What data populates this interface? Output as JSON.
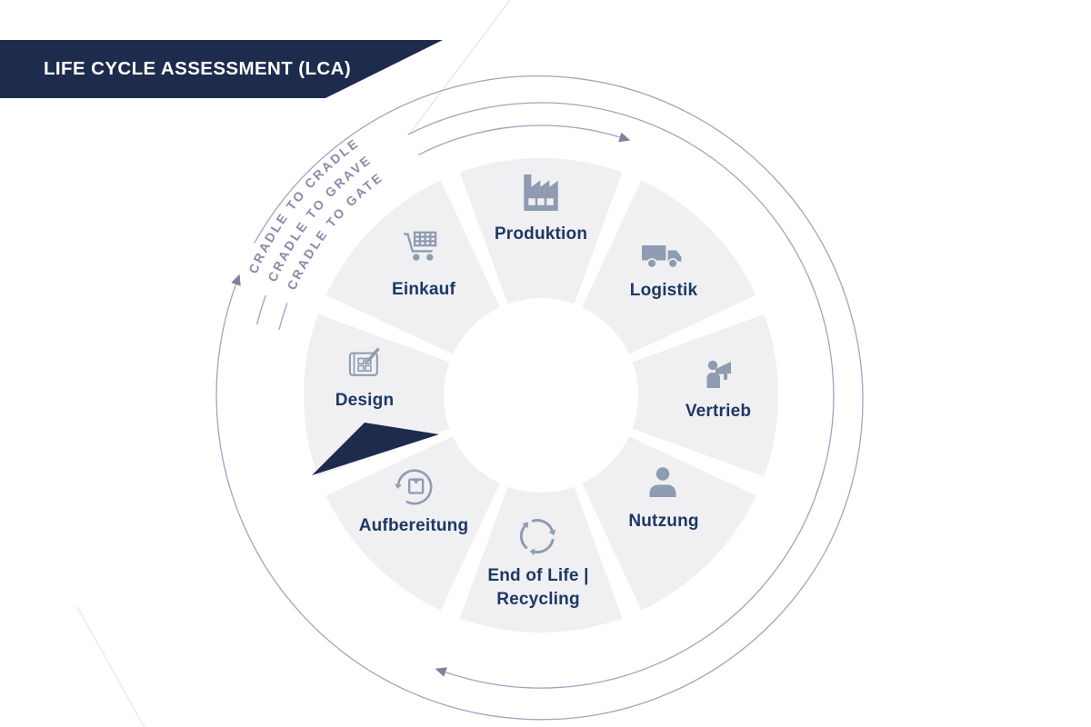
{
  "header": {
    "title": "LIFE CYCLE ASSESSMENT (LCA)"
  },
  "ring": {
    "scopes": [
      {
        "label": "CRADLE TO CRADLE"
      },
      {
        "label": "CRADLE TO GRAVE"
      },
      {
        "label": "CRADLE TO GATE"
      }
    ],
    "flow_direction": "clockwise"
  },
  "wheel": {
    "segments": [
      {
        "id": "produktion",
        "label": "Produktion",
        "icon": "factory-icon"
      },
      {
        "id": "logistik",
        "label": "Logistik",
        "icon": "delivery-truck-icon"
      },
      {
        "id": "vertrieb",
        "label": "Vertrieb",
        "icon": "megaphone-person-icon"
      },
      {
        "id": "nutzung",
        "label": "Nutzung",
        "icon": "user-icon"
      },
      {
        "id": "end-of-life",
        "label": "End of Life |",
        "label2": "Recycling",
        "icon": "recycle-arrows-icon"
      },
      {
        "id": "aufbereitung",
        "label": "Aufbereitung",
        "icon": "refurbish-box-icon"
      },
      {
        "id": "design",
        "label": "Design",
        "icon": "blueprint-pencil-icon"
      },
      {
        "id": "einkauf",
        "label": "Einkauf",
        "icon": "shopping-cart-icon"
      }
    ]
  },
  "colors": {
    "banner_navy": "#1d2b4d",
    "label_navy": "#1e3865",
    "icon_blue_gray": "#8e9bb1",
    "arc_purple": "#a5a2c0",
    "arrowhead_purple": "#827f9e",
    "scope_text_purple": "#8d89a8",
    "segment_gray": "#f0f0f3"
  }
}
